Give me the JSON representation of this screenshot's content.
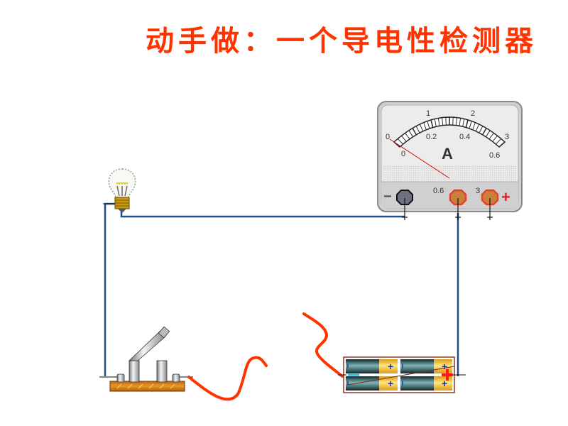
{
  "title": "动手做：一个导电性检测器",
  "ammeter": {
    "unit": "A",
    "upper_scale": [
      "0",
      "1",
      "2",
      "3"
    ],
    "lower_scale": [
      "0",
      "0.2",
      "0.4",
      "0.6"
    ],
    "terminal_minus": "−",
    "terminal_06": "0.6",
    "terminal_3": "3",
    "terminal_plus": "+",
    "reading": 0
  },
  "battery": {
    "minus_marks": [
      "−",
      "−",
      "−",
      "−"
    ],
    "plus_marks": [
      "+",
      "+",
      "+",
      "+"
    ]
  },
  "colors": {
    "title": "#ff3300",
    "wire": "#1f4e8c",
    "probe": "#ff3300",
    "needle": "#dd0000"
  }
}
